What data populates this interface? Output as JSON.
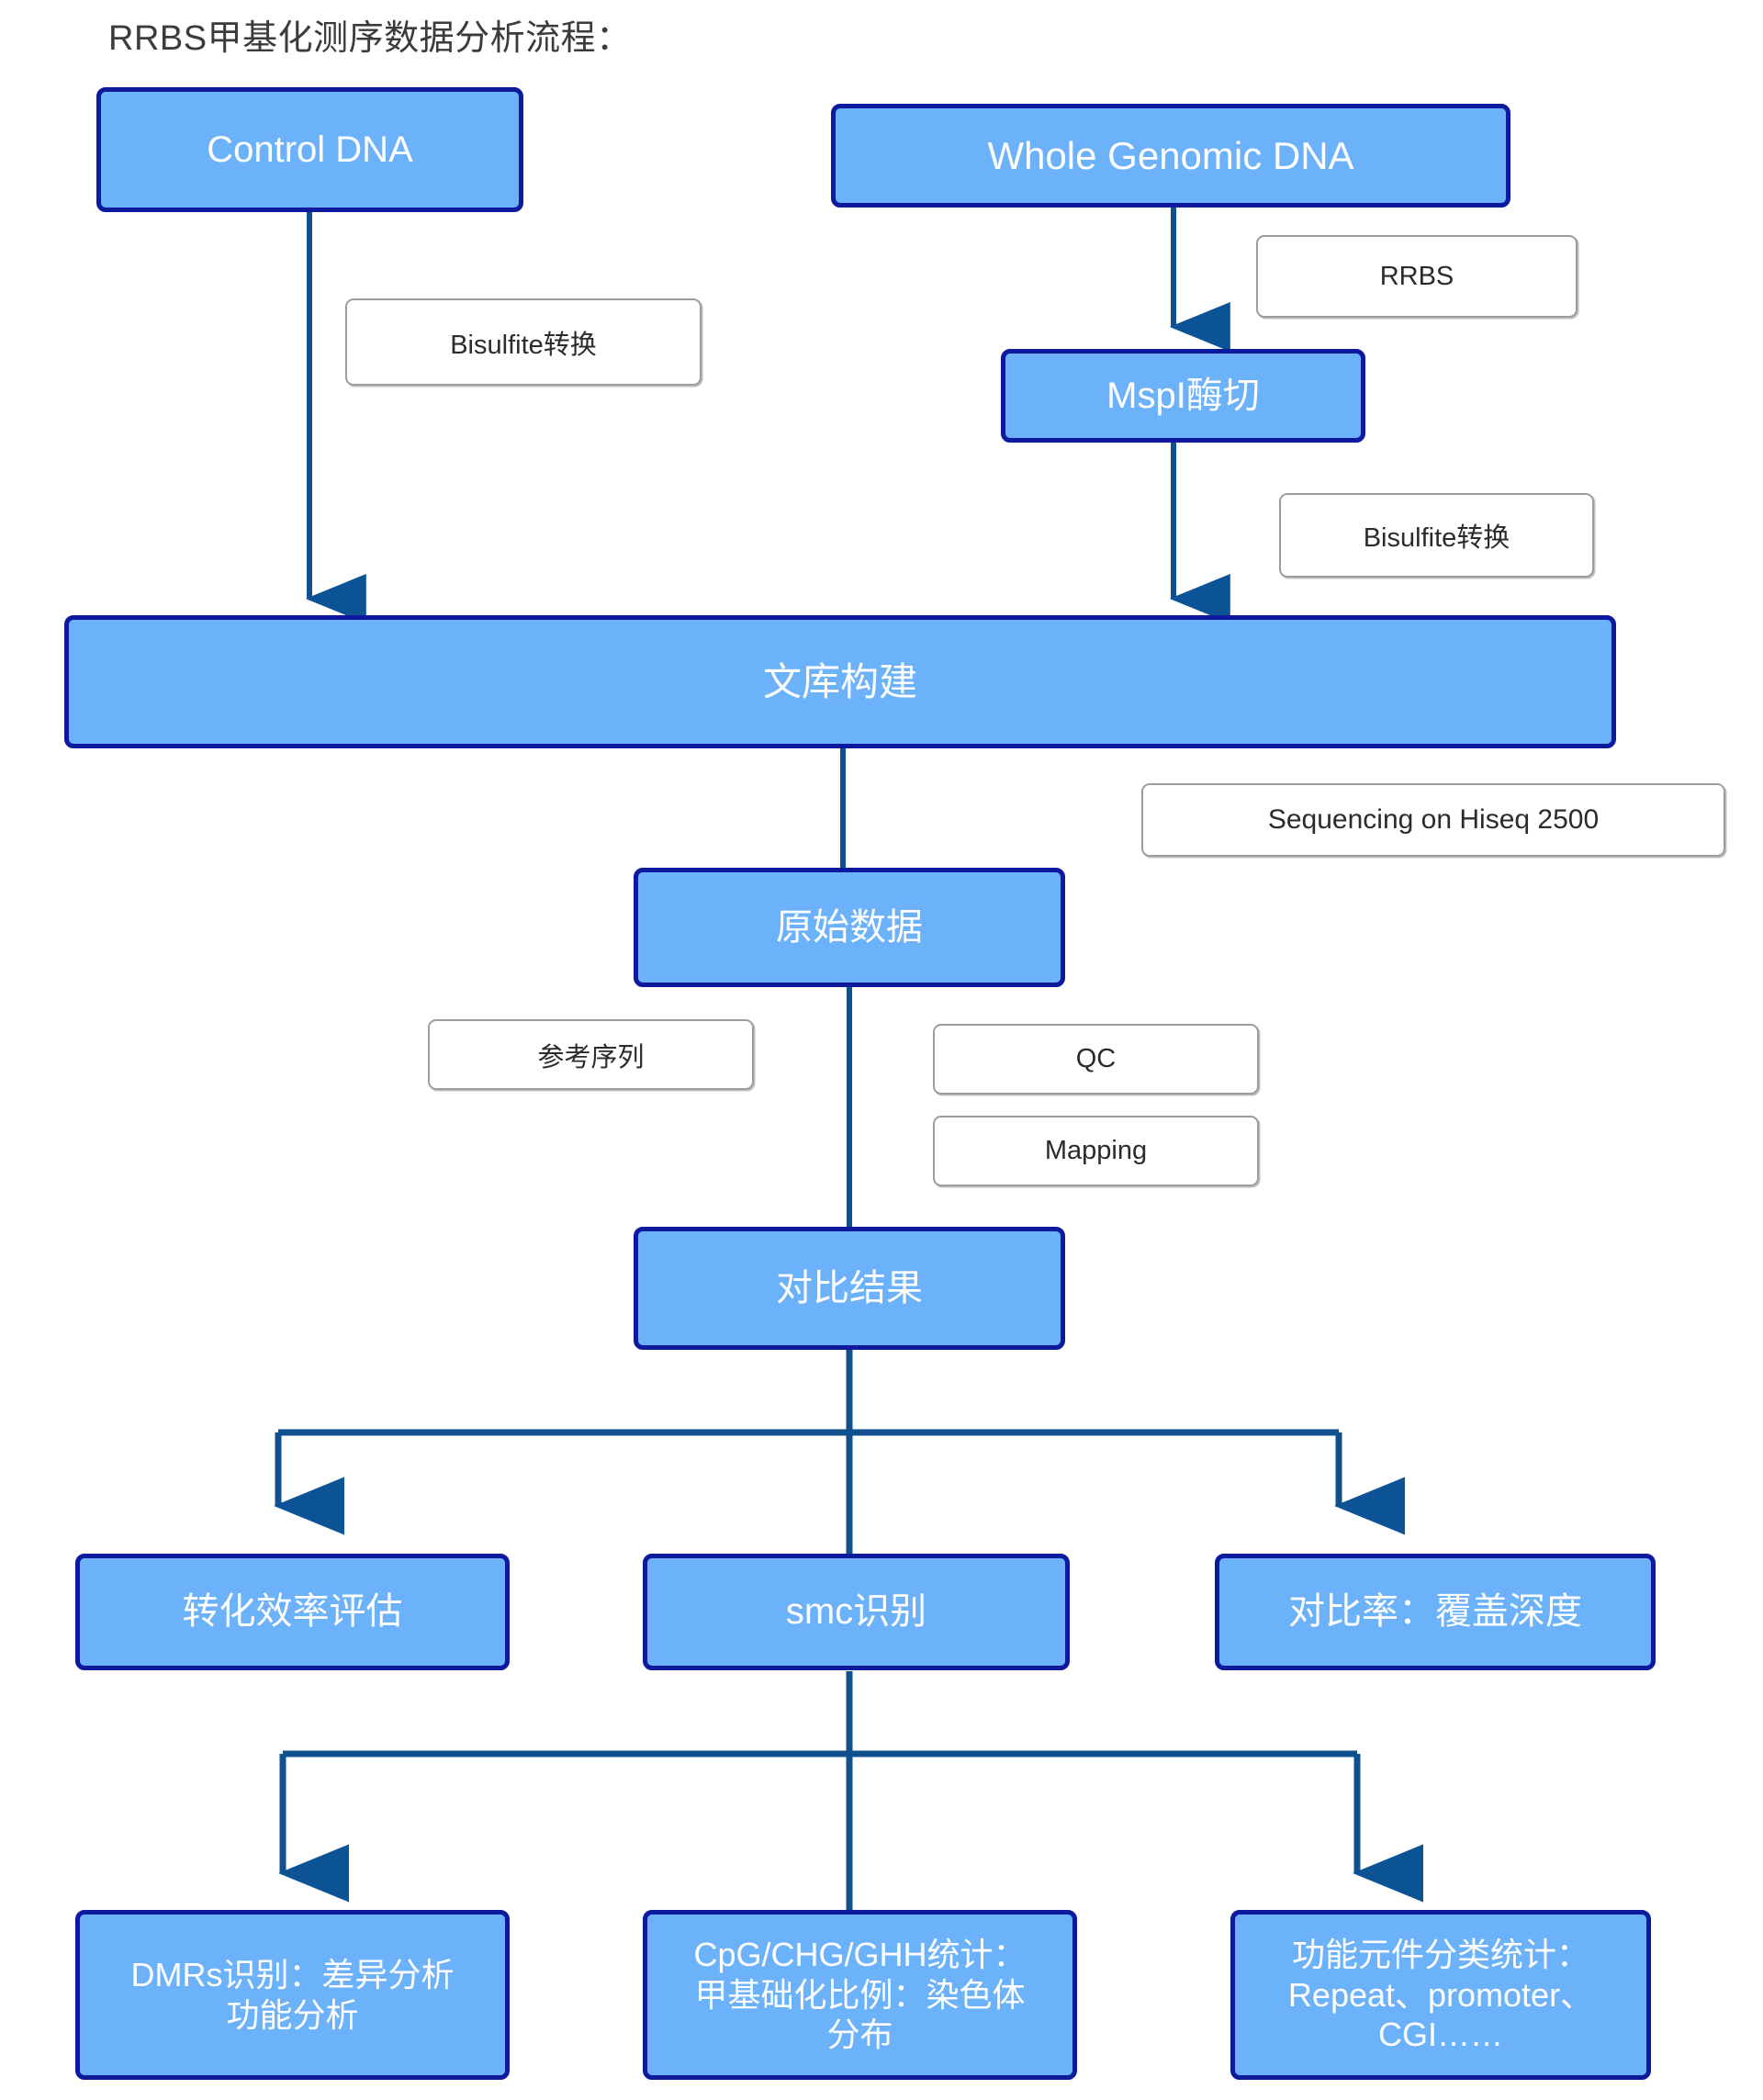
{
  "diagram": {
    "title": "RRBS甲基化测序数据分析流程：",
    "colors": {
      "node_fill": "#6cb2fb",
      "node_border": "#0d1a9e",
      "connector": "#10508f",
      "arrow": "#0b5394",
      "note_border": "#9d9d9d",
      "note_text": "#2b2b2b",
      "node_text": "#ffffff",
      "title_text": "#3b3b3b",
      "background": "#ffffff"
    },
    "nodes": {
      "control_dna": "Control DNA",
      "whole_genomic_dna": "Whole Genomic DNA",
      "mspi": "MspI酶切",
      "library": "文库构建",
      "raw_data": "原始数据",
      "mapping_result": "对比结果",
      "conversion_efficiency": "转化效率评估",
      "smc_identification": "smc识别",
      "mapping_rate_depth": "对比率：覆盖深度",
      "dmrs": "DMRs识别：差异分析\n功能分析",
      "dmrs_line1": "DMRs识别：差异分析",
      "dmrs_line2": "功能分析",
      "cpg_stats_line1": "CpG/CHG/GHH统计：",
      "cpg_stats_line2": "甲基础化比例：染色体",
      "cpg_stats_line3": "分布",
      "functional_line1": "功能元件分类统计：",
      "functional_line2": "Repeat、promoter、",
      "functional_line3": "CGI……"
    },
    "notes": {
      "bisulfite_left": "Bisulfite转换",
      "rrbs": "RRBS",
      "bisulfite_right": "Bisulfite转换",
      "sequencing": "Sequencing on Hiseq 2500",
      "reference": "参考序列",
      "qc": "QC",
      "mapping": "Mapping"
    }
  }
}
